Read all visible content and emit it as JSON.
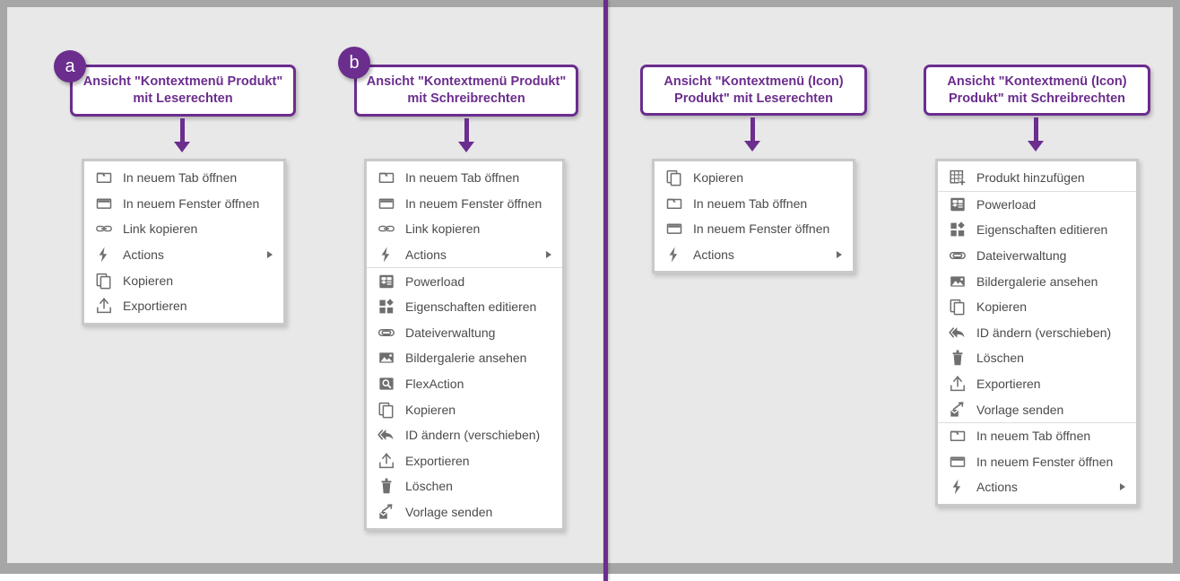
{
  "colors": {
    "accent": "#6b2d8e",
    "canvas_bg": "#e8e8e8",
    "frame": "#a6a6a6",
    "menu_border": "#c9c9c9",
    "menu_text": "#4b4b4b",
    "menu_bg": "#ffffff"
  },
  "divider": {
    "name": "vertical-divider"
  },
  "columns": [
    {
      "badge": "a",
      "title": "Ansicht \"Kontextmenü Produkt\" mit Leserechten",
      "menu_name": "context-menu-produkt-read",
      "items": [
        {
          "icon": "new-tab-icon",
          "label": "In neuem Tab öffnen",
          "submenu": false,
          "separator_after": false
        },
        {
          "icon": "new-window-icon",
          "label": "In neuem Fenster öffnen",
          "submenu": false,
          "separator_after": false
        },
        {
          "icon": "link-icon",
          "label": "Link kopieren",
          "submenu": false,
          "separator_after": false
        },
        {
          "icon": "lightning-icon",
          "label": "Actions",
          "submenu": true,
          "separator_after": false
        },
        {
          "icon": "copy-icon",
          "label": "Kopieren",
          "submenu": false,
          "separator_after": false
        },
        {
          "icon": "export-icon",
          "label": "Exportieren",
          "submenu": false,
          "separator_after": false
        }
      ]
    },
    {
      "badge": "b",
      "title": "Ansicht \"Kontextmenü Produkt\" mit Schreibrechten",
      "menu_name": "context-menu-produkt-write",
      "items": [
        {
          "icon": "new-tab-icon",
          "label": "In neuem Tab öffnen",
          "submenu": false,
          "separator_after": false
        },
        {
          "icon": "new-window-icon",
          "label": "In neuem Fenster öffnen",
          "submenu": false,
          "separator_after": false
        },
        {
          "icon": "link-icon",
          "label": "Link kopieren",
          "submenu": false,
          "separator_after": false
        },
        {
          "icon": "lightning-icon",
          "label": "Actions",
          "submenu": true,
          "separator_after": true
        },
        {
          "icon": "powerload-icon",
          "label": "Powerload",
          "submenu": false,
          "separator_after": false
        },
        {
          "icon": "properties-icon",
          "label": "Eigenschaften editieren",
          "submenu": false,
          "separator_after": false
        },
        {
          "icon": "paperclip-icon",
          "label": "Dateiverwaltung",
          "submenu": false,
          "separator_after": false
        },
        {
          "icon": "image-gallery-icon",
          "label": "Bildergalerie ansehen",
          "submenu": false,
          "separator_after": false
        },
        {
          "icon": "flexaction-icon",
          "label": "FlexAction",
          "submenu": false,
          "separator_after": false
        },
        {
          "icon": "copy-icon",
          "label": "Kopieren",
          "submenu": false,
          "separator_after": false
        },
        {
          "icon": "move-id-icon",
          "label": "ID ändern (verschieben)",
          "submenu": false,
          "separator_after": false
        },
        {
          "icon": "export-icon",
          "label": "Exportieren",
          "submenu": false,
          "separator_after": false
        },
        {
          "icon": "trash-icon",
          "label": "Löschen",
          "submenu": false,
          "separator_after": false
        },
        {
          "icon": "send-template-icon",
          "label": "Vorlage senden",
          "submenu": false,
          "separator_after": false
        }
      ]
    },
    {
      "badge": "",
      "title": "Ansicht \"Kontextmenü (Icon) Produkt\" mit Leserechten",
      "menu_name": "context-menu-icon-produkt-read",
      "items": [
        {
          "icon": "copy-icon",
          "label": "Kopieren",
          "submenu": false,
          "separator_after": false
        },
        {
          "icon": "new-tab-icon",
          "label": "In neuem Tab öffnen",
          "submenu": false,
          "separator_after": false
        },
        {
          "icon": "new-window-icon",
          "label": "In neuem Fenster öffnen",
          "submenu": false,
          "separator_after": false
        },
        {
          "icon": "lightning-icon",
          "label": "Actions",
          "submenu": true,
          "separator_after": false
        }
      ]
    },
    {
      "badge": "",
      "title": "Ansicht \"Kontextmenü (Icon) Produkt\" mit Schreibrechten",
      "menu_name": "context-menu-icon-produkt-write",
      "items": [
        {
          "icon": "add-product-icon",
          "label": "Produkt hinzufügen",
          "submenu": false,
          "separator_after": true
        },
        {
          "icon": "powerload-icon",
          "label": "Powerload",
          "submenu": false,
          "separator_after": false
        },
        {
          "icon": "properties-icon",
          "label": "Eigenschaften editieren",
          "submenu": false,
          "separator_after": false
        },
        {
          "icon": "paperclip-icon",
          "label": "Dateiverwaltung",
          "submenu": false,
          "separator_after": false
        },
        {
          "icon": "image-gallery-icon",
          "label": "Bildergalerie ansehen",
          "submenu": false,
          "separator_after": false
        },
        {
          "icon": "copy-icon",
          "label": "Kopieren",
          "submenu": false,
          "separator_after": false
        },
        {
          "icon": "move-id-icon",
          "label": "ID ändern (verschieben)",
          "submenu": false,
          "separator_after": false
        },
        {
          "icon": "trash-icon",
          "label": "Löschen",
          "submenu": false,
          "separator_after": false
        },
        {
          "icon": "export-icon",
          "label": "Exportieren",
          "submenu": false,
          "separator_after": false
        },
        {
          "icon": "send-template-icon",
          "label": "Vorlage senden",
          "submenu": false,
          "separator_after": true
        },
        {
          "icon": "new-tab-icon",
          "label": "In neuem Tab öffnen",
          "submenu": false,
          "separator_after": false
        },
        {
          "icon": "new-window-icon",
          "label": "In neuem Fenster öffnen",
          "submenu": false,
          "separator_after": false
        },
        {
          "icon": "lightning-icon",
          "label": "Actions",
          "submenu": true,
          "separator_after": false
        }
      ]
    }
  ]
}
